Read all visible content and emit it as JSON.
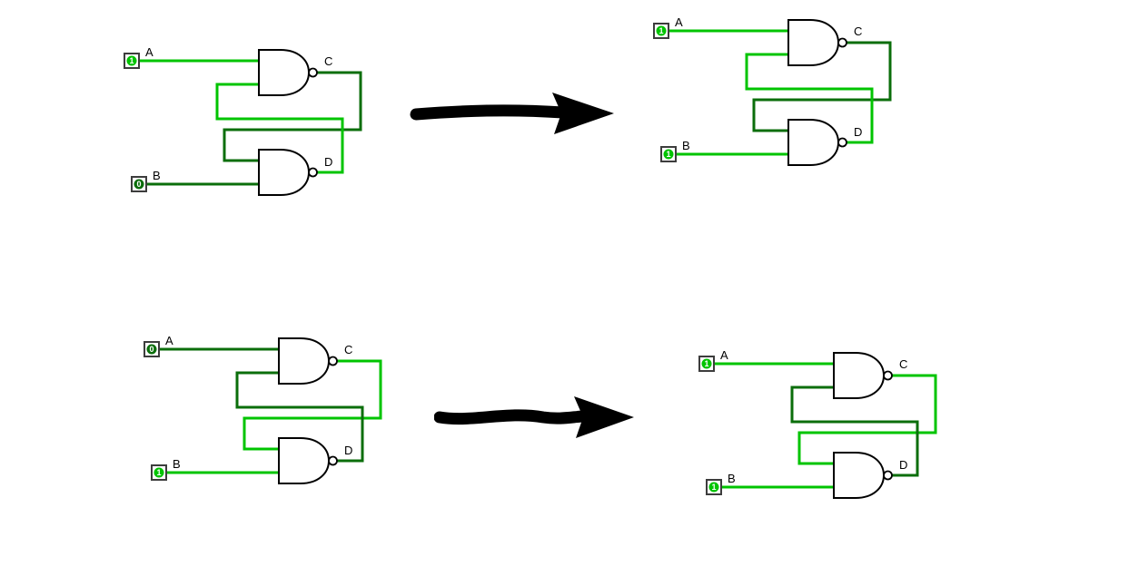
{
  "page": {
    "background": "#ffffff",
    "description": "Two NAND-gate SR latch circuits shown before and after an input transition"
  },
  "colors": {
    "logic_high": "#00c400",
    "logic_low": "#0b6e0b",
    "gate_outline": "#000000",
    "arrow": "#000000",
    "pin_border": "#3d3d3d",
    "label_text": "#000000"
  },
  "circuits": [
    {
      "name": "latch-top-before",
      "input_a": {
        "label": "A",
        "value": "1",
        "wire_color": "#00c400",
        "dot_color": "#00c400"
      },
      "input_b": {
        "label": "B",
        "value": "0",
        "wire_color": "#0b6e0b",
        "dot_color": "#0b6e0b"
      },
      "output_c": {
        "label": "C",
        "wire_color": "#0b6e0b"
      },
      "output_d": {
        "label": "D",
        "wire_color": "#00c400"
      },
      "gates": {
        "top": "NAND",
        "bottom": "NAND"
      }
    },
    {
      "name": "latch-top-after",
      "input_a": {
        "label": "A",
        "value": "1",
        "wire_color": "#00c400",
        "dot_color": "#00c400"
      },
      "input_b": {
        "label": "B",
        "value": "1",
        "wire_color": "#00c400",
        "dot_color": "#00c400"
      },
      "output_c": {
        "label": "C",
        "wire_color": "#0b6e0b"
      },
      "output_d": {
        "label": "D",
        "wire_color": "#00c400"
      },
      "gates": {
        "top": "NAND",
        "bottom": "NAND"
      }
    },
    {
      "name": "latch-bottom-before",
      "input_a": {
        "label": "A",
        "value": "0",
        "wire_color": "#0b6e0b",
        "dot_color": "#0b6e0b"
      },
      "input_b": {
        "label": "B",
        "value": "1",
        "wire_color": "#00c400",
        "dot_color": "#00c400"
      },
      "output_c": {
        "label": "C",
        "wire_color": "#00c400"
      },
      "output_d": {
        "label": "D",
        "wire_color": "#0b6e0b"
      },
      "gates": {
        "top": "NAND",
        "bottom": "NAND"
      }
    },
    {
      "name": "latch-bottom-after",
      "input_a": {
        "label": "A",
        "value": "1",
        "wire_color": "#00c400",
        "dot_color": "#00c400"
      },
      "input_b": {
        "label": "B",
        "value": "1",
        "wire_color": "#00c400",
        "dot_color": "#00c400"
      },
      "output_c": {
        "label": "C",
        "wire_color": "#00c400"
      },
      "output_d": {
        "label": "D",
        "wire_color": "#0b6e0b"
      },
      "gates": {
        "top": "NAND",
        "bottom": "NAND"
      }
    }
  ],
  "arrows": [
    {
      "name": "transition-arrow-top"
    },
    {
      "name": "transition-arrow-bottom"
    }
  ]
}
